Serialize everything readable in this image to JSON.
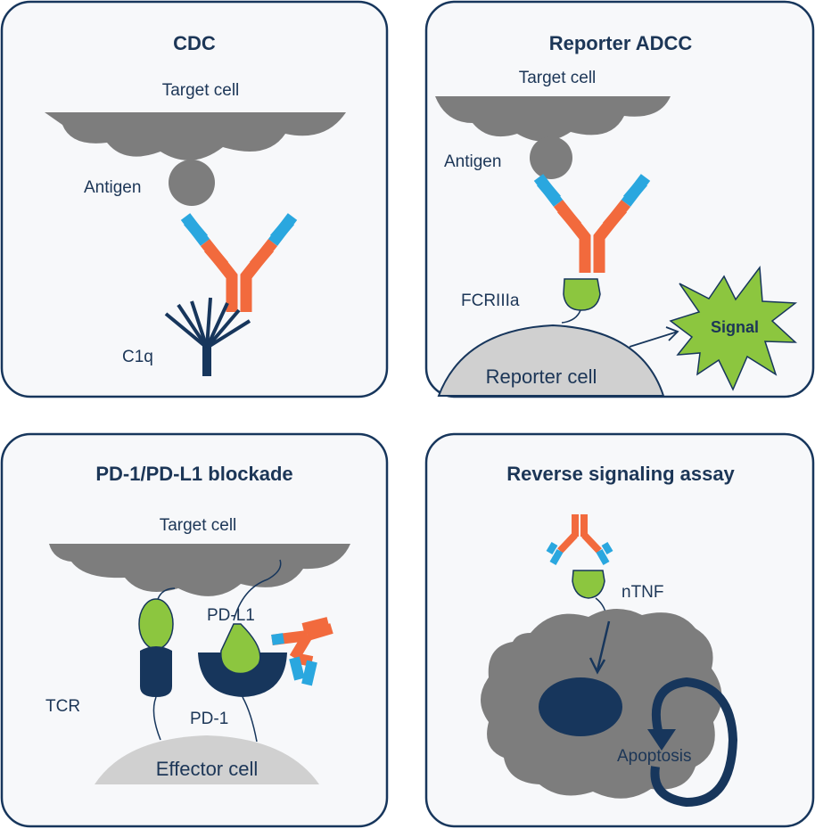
{
  "colors": {
    "navy": "#17365c",
    "orange": "#f26a3d",
    "blue": "#2aa7df",
    "green": "#8cc63f",
    "cell_gray": "#7d7d7d",
    "light_gray": "#d0d0d0",
    "panel_bg": "#f7f8fa"
  },
  "panels": {
    "cdc": {
      "title": "CDC",
      "target_cell": "Target cell",
      "antigen": "Antigen",
      "c1q": "C1q"
    },
    "adcc": {
      "title": "Reporter ADCC",
      "target_cell": "Target cell",
      "antigen": "Antigen",
      "receptor": "FCRIIIa",
      "reporter_cell": "Reporter cell",
      "signal": "Signal"
    },
    "pd1": {
      "title": "PD-1/PD-L1 blockade",
      "target_cell": "Target cell",
      "pdl1": "PD-L1",
      "tcr": "TCR",
      "pd1": "PD-1",
      "effector_cell": "Effector cell"
    },
    "reverse": {
      "title": "Reverse signaling assay",
      "ntnf": "nTNF",
      "apoptosis": "Apoptosis"
    }
  }
}
